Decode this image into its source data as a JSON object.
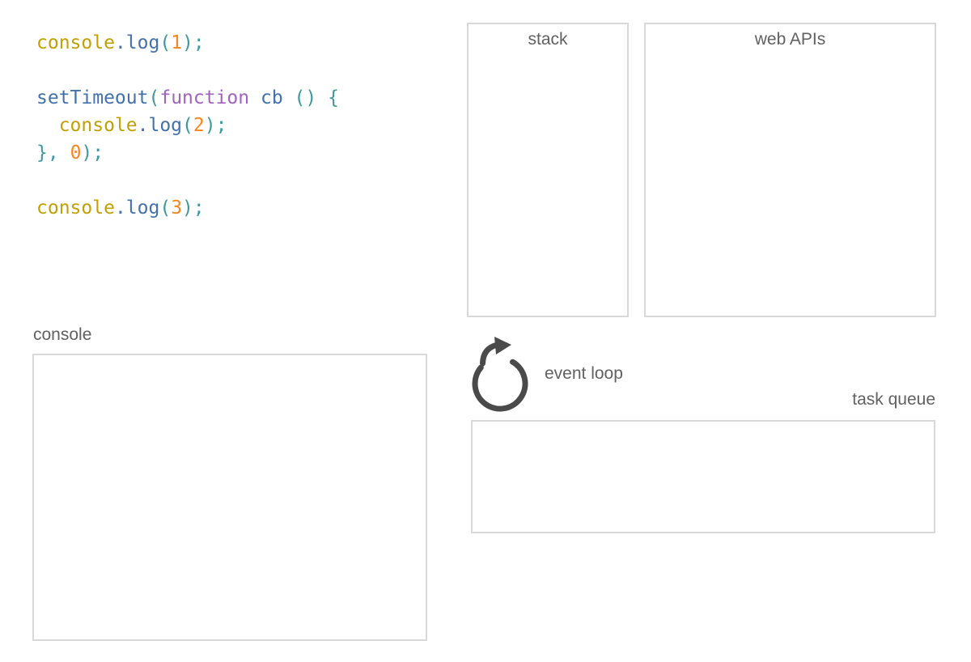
{
  "colors": {
    "background": "#ffffff",
    "box_border": "#d8d8d8",
    "label_text": "#616161",
    "event_loop_icon": "#4a4a4a",
    "code_default": "#333333"
  },
  "labels": {
    "stack": "stack",
    "web_apis": "web APIs",
    "console": "console",
    "event_loop": "event loop",
    "task_queue": "task queue"
  },
  "panels": {
    "stack": {
      "items": []
    },
    "web_apis": {
      "items": []
    },
    "console": {
      "entries": []
    },
    "task_queue": {
      "items": []
    }
  },
  "code": {
    "syntax_colors": {
      "gold": "#c1a004",
      "blue": "#4271ae",
      "aqua": "#3e999f",
      "orange": "#f5871f",
      "purple": "#a263bf",
      "plain": "#333333"
    },
    "lines": [
      {
        "tokens": [
          {
            "text": "console",
            "color": "gold"
          },
          {
            "text": ".log",
            "color": "blue"
          },
          {
            "text": "(",
            "color": "aqua"
          },
          {
            "text": "1",
            "color": "orange"
          },
          {
            "text": ");",
            "color": "aqua"
          }
        ]
      },
      {
        "tokens": []
      },
      {
        "tokens": [
          {
            "text": "setTimeout",
            "color": "blue"
          },
          {
            "text": "(",
            "color": "aqua"
          },
          {
            "text": "function",
            "color": "purple"
          },
          {
            "text": " ",
            "color": "plain"
          },
          {
            "text": "cb",
            "color": "blue"
          },
          {
            "text": " ",
            "color": "plain"
          },
          {
            "text": "()",
            "color": "aqua"
          },
          {
            "text": " ",
            "color": "plain"
          },
          {
            "text": "{",
            "color": "aqua"
          }
        ]
      },
      {
        "tokens": [
          {
            "text": "  ",
            "color": "plain"
          },
          {
            "text": "console",
            "color": "gold"
          },
          {
            "text": ".log",
            "color": "blue"
          },
          {
            "text": "(",
            "color": "aqua"
          },
          {
            "text": "2",
            "color": "orange"
          },
          {
            "text": ");",
            "color": "aqua"
          }
        ]
      },
      {
        "tokens": [
          {
            "text": "},",
            "color": "aqua"
          },
          {
            "text": " ",
            "color": "plain"
          },
          {
            "text": "0",
            "color": "orange"
          },
          {
            "text": ");",
            "color": "aqua"
          }
        ]
      },
      {
        "tokens": []
      },
      {
        "tokens": [
          {
            "text": "console",
            "color": "gold"
          },
          {
            "text": ".log",
            "color": "blue"
          },
          {
            "text": "(",
            "color": "aqua"
          },
          {
            "text": "3",
            "color": "orange"
          },
          {
            "text": ");",
            "color": "aqua"
          }
        ]
      }
    ]
  }
}
